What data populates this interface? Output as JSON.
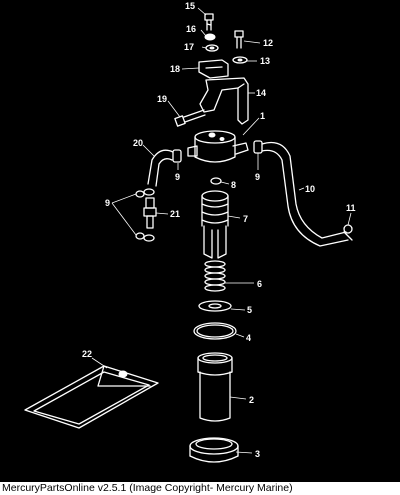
{
  "diagram": {
    "callouts": {
      "c1": "1",
      "c2": "2",
      "c3": "3",
      "c4": "4",
      "c5": "5",
      "c6": "6",
      "c7": "7",
      "c8": "8",
      "c9a": "9",
      "c9b": "9",
      "c9c": "9",
      "c10": "10",
      "c11": "11",
      "c12": "12",
      "c13": "13",
      "c14": "14",
      "c15": "15",
      "c16": "16",
      "c17": "17",
      "c18": "18",
      "c19": "19",
      "c20": "20",
      "c21": "21",
      "c22": "22"
    }
  },
  "footer": {
    "caption": "MercuryPartsOnline v2.5.1 (Image Copyright- Mercury Marine)"
  }
}
